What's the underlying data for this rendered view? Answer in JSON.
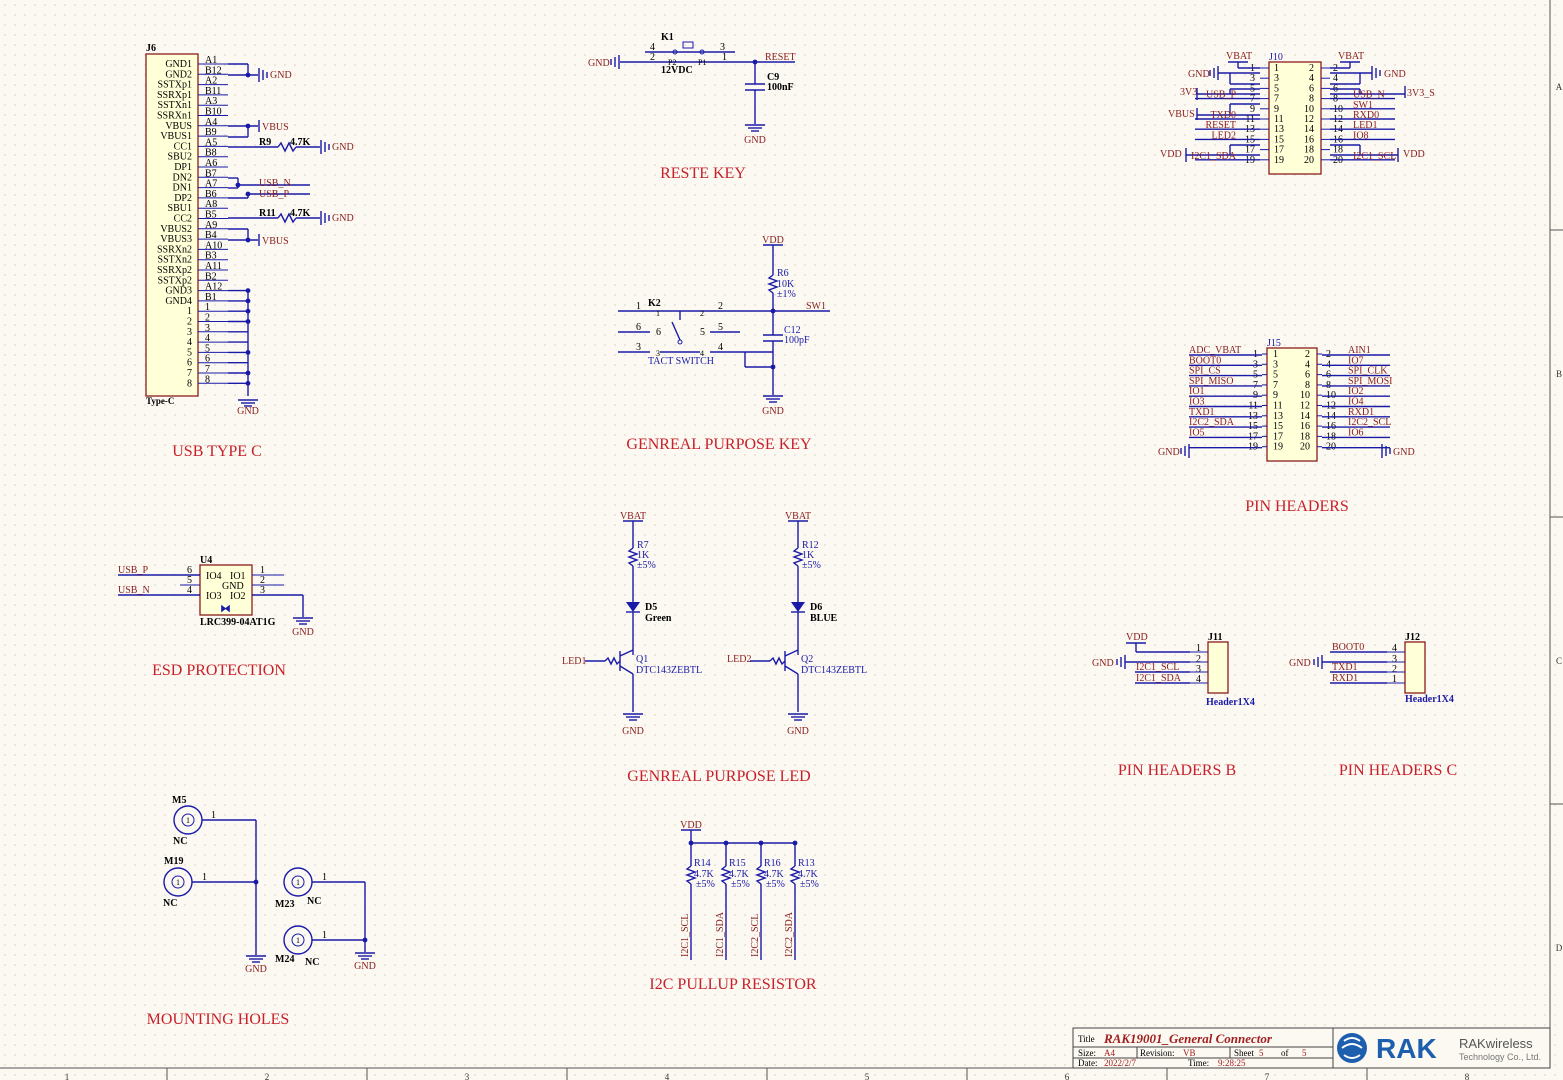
{
  "sections": {
    "usb_type_c": "USB TYPE C",
    "reset_key": "RESTE KEY",
    "general_key": "GENREAL PURPOSE KEY",
    "general_led": "GENREAL PURPOSE LED",
    "pin_headers": "PIN HEADERS",
    "pin_headers_b": "PIN HEADERS B",
    "pin_headers_c": "PIN HEADERS C",
    "esd": "ESD PROTECTION",
    "mounting": "MOUNTING  HOLES",
    "i2c": "I2C  PULLUP    RESISTOR"
  },
  "nets": {
    "gnd": "GND",
    "vbus": "VBUS",
    "vbat": "VBAT",
    "vdd": "VDD",
    "v3v3": "3V3",
    "v3v3s": "3V3_S",
    "usb_n": "USB_N",
    "usb_p": "USB_P",
    "reset": "RESET",
    "sw1": "SW1",
    "led1": "LED1",
    "led2": "LED2",
    "txd0": "TXD0",
    "rxd0": "RXD0",
    "i2c1_sda": "I2C1_SDA",
    "i2c1_scl": "I2C1_SCL",
    "i2c2_sda": "I2C2_SDA",
    "i2c2_scl": "I2C2_SCL",
    "io8": "IO8",
    "boot0": "BOOT0",
    "txd1": "TXD1",
    "rxd1": "RXD1"
  },
  "j6": {
    "ref": "J6",
    "footprint": "Type-C",
    "left_pins": [
      "GND1",
      "GND2",
      "SSTXp1",
      "SSRXp1",
      "SSTXn1",
      "SSRXn1",
      "VBUS",
      "VBUS1",
      "CC1",
      "SBU2",
      "DP1",
      "DN2",
      "DN1",
      "DP2",
      "SBU1",
      "CC2",
      "VBUS2",
      "VBUS3",
      "SSRXn2",
      "SSTXn2",
      "SSRXp2",
      "SSTXp2",
      "GND3",
      "GND4",
      "1",
      "2",
      "3",
      "4",
      "5",
      "6",
      "7",
      "8"
    ],
    "right_pins": [
      "A1",
      "B12",
      "A2",
      "B11",
      "A3",
      "B10",
      "A4",
      "B9",
      "A5",
      "B8",
      "A6",
      "B7",
      "A7",
      "B6",
      "A8",
      "B5",
      "A9",
      "B4",
      "A10",
      "B3",
      "A11",
      "B2",
      "A12",
      "B1",
      "1",
      "2",
      "3",
      "4",
      "5",
      "6",
      "7",
      "8"
    ],
    "r9": "R9",
    "r9_val": "4.7K",
    "r11": "R11",
    "r11_val": "4.7K"
  },
  "k1": {
    "ref": "K1",
    "value": "12VDC",
    "p1": "1",
    "p2": "2",
    "p3": "3",
    "p4": "4",
    "pp2": "P2",
    "pp1": "P1"
  },
  "c9": {
    "ref": "C9",
    "value": "100nF"
  },
  "k2": {
    "ref": "K2",
    "value": "TACT SWITCH"
  },
  "r6": {
    "ref": "R6",
    "value": "10K",
    "tol": "±1%"
  },
  "c12": {
    "ref": "C12",
    "value": "100pF"
  },
  "led_left": {
    "r": "R7",
    "rv": "1K",
    "tol": "±5%",
    "d": "D5",
    "color": "Green",
    "q": "Q1",
    "qv": "DTC143ZEBTL"
  },
  "led_right": {
    "r": "R12",
    "rv": "1K",
    "tol": "±5%",
    "d": "D6",
    "color": "BLUE",
    "q": "Q2",
    "qv": "DTC143ZEBTL"
  },
  "j10": {
    "ref": "J10",
    "left_nets": [
      "",
      "GND",
      "",
      "3V3",
      "USB_P",
      "",
      "VBUS",
      "TXD0",
      "RESET",
      "LED2",
      "",
      "VDD",
      "I2C1_SDA"
    ],
    "right_nets": [
      "",
      "GND",
      "",
      "",
      "USB_N",
      "SW1",
      "RXD0",
      "LED1",
      "IO8",
      "",
      "I2C1_SCL",
      "VDD"
    ]
  },
  "j15": {
    "ref": "J15",
    "left": [
      "ADC_VBAT",
      "BOOT0",
      "SPI_CS",
      "SPI_MISO",
      "IO1",
      "IO3",
      "TXD1",
      "I2C2_SDA",
      "IO5",
      ""
    ],
    "right": [
      "AIN1",
      "IO7",
      "SPI_CLK",
      "SPI_MOSI",
      "IO2",
      "IO4",
      "RXD1",
      "I2C2_SCL",
      "IO6",
      ""
    ]
  },
  "u4": {
    "ref": "U4",
    "value": "LRC399-04AT1G",
    "pins": [
      "IO4",
      "IO1",
      "GND",
      "IO3",
      "IO2"
    ]
  },
  "j11": {
    "ref": "J11",
    "value": "Header1X4",
    "nets": [
      "VDD",
      "I2C1_SCL",
      "I2C1_SDA"
    ]
  },
  "j12": {
    "ref": "J12",
    "value": "Header1X4",
    "nets": [
      "BOOT0",
      "TXD1",
      "RXD1"
    ]
  },
  "mounting": {
    "m5": "M5",
    "m19": "M19",
    "m23": "M23",
    "m24": "M24",
    "nc": "NC"
  },
  "i2c_res": [
    {
      "ref": "R14",
      "value": "4.7K",
      "tol": "±5%",
      "net": "I2C1_SCL"
    },
    {
      "ref": "R15",
      "value": "4.7K",
      "tol": "±5%",
      "net": "I2C1_SDA"
    },
    {
      "ref": "R16",
      "value": "4.7K",
      "tol": "±5%",
      "net": "I2C2_SCL"
    },
    {
      "ref": "R13",
      "value": "4.7K",
      "tol": "±5%",
      "net": "I2C2_SDA"
    }
  ],
  "title_block": {
    "title_label": "Title",
    "title": "RAK19001_General Connector",
    "size_label": "Size:",
    "size": "A4",
    "rev_label": "Revision:",
    "rev": "VB",
    "sheet_label": "Sheet",
    "sheet": "5",
    "of_label": "of",
    "of": "5",
    "date_label": "Date:",
    "date": "2022/2/7",
    "time_label": "Time:",
    "time": "9:28:25",
    "logo": "RAK",
    "company": "RAKwireless",
    "company_sub": "Technology Co., Ltd."
  },
  "border": {
    "cols": [
      "1",
      "2",
      "3",
      "4",
      "5",
      "6",
      "7",
      "8"
    ],
    "rows": [
      "A",
      "B",
      "C",
      "D"
    ]
  }
}
